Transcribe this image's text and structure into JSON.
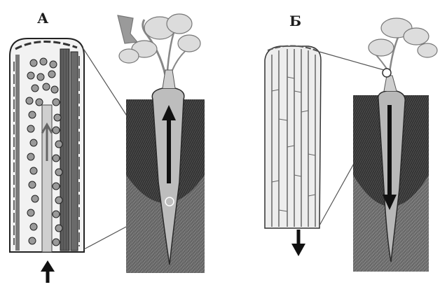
{
  "panels": [
    {
      "label": "А",
      "arrow_direction": "up"
    },
    {
      "label": "Б",
      "arrow_direction": "down"
    }
  ],
  "colors": {
    "soil": "#2e2e2e",
    "root": "#bdbdbd",
    "cell_wall": "#e6e6e6",
    "ink": "#141414",
    "leaves": "#c9c9c9"
  }
}
